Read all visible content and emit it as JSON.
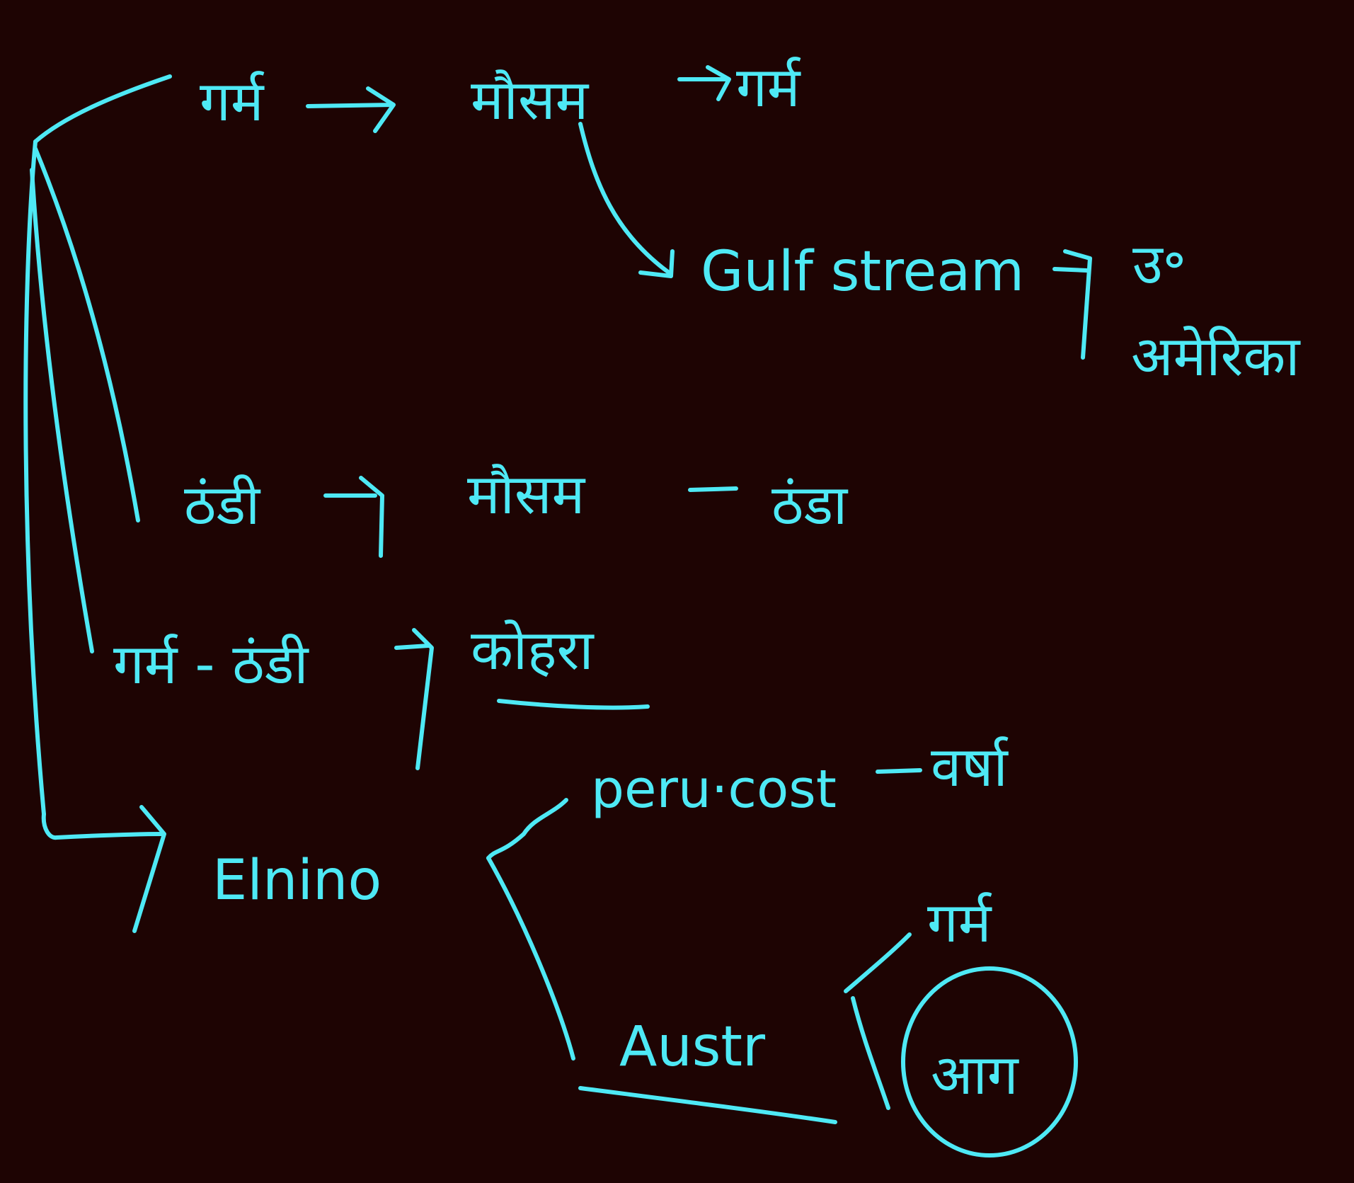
{
  "ink_color": "#4ee9f5",
  "background_color": "#1e0403",
  "nodes": {
    "garm": "गर्म",
    "mausam_1": "मौसम",
    "garm_2": "गर्म",
    "gulf_stream": "Gulf stream",
    "u_america_line1": "उ॰",
    "u_america_line2": "अमेरिका",
    "thandi": "ठंडी",
    "mausam_2": "मौसम",
    "thanda": "ठंडा",
    "garm_thandi": "गर्म - ठंडी",
    "kohra": "कोहरा",
    "el_nino": "Elnino",
    "peru_cost": "peru·cost",
    "varsha": "वर्षा",
    "austr": "Austr",
    "garm_3": "गर्म",
    "aag": "आग"
  }
}
